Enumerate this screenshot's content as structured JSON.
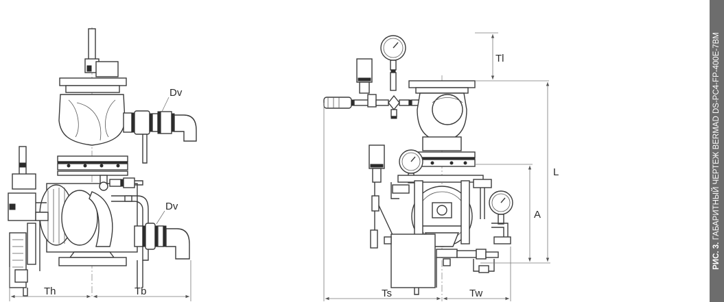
{
  "labels": {
    "dv_top": "Dv",
    "dv_bottom": "Dv",
    "th": "Th",
    "tb": "Tb",
    "tl": "Tl",
    "l": "L",
    "a": "A",
    "ts": "Ts",
    "tw": "Tw"
  },
  "caption": {
    "prefix": "РИС. 3.",
    "text": "ГАБАРИТНЫЙ ЧЕРТЕЖ BERMAD DS-PC4-FP-400E-7BM"
  }
}
